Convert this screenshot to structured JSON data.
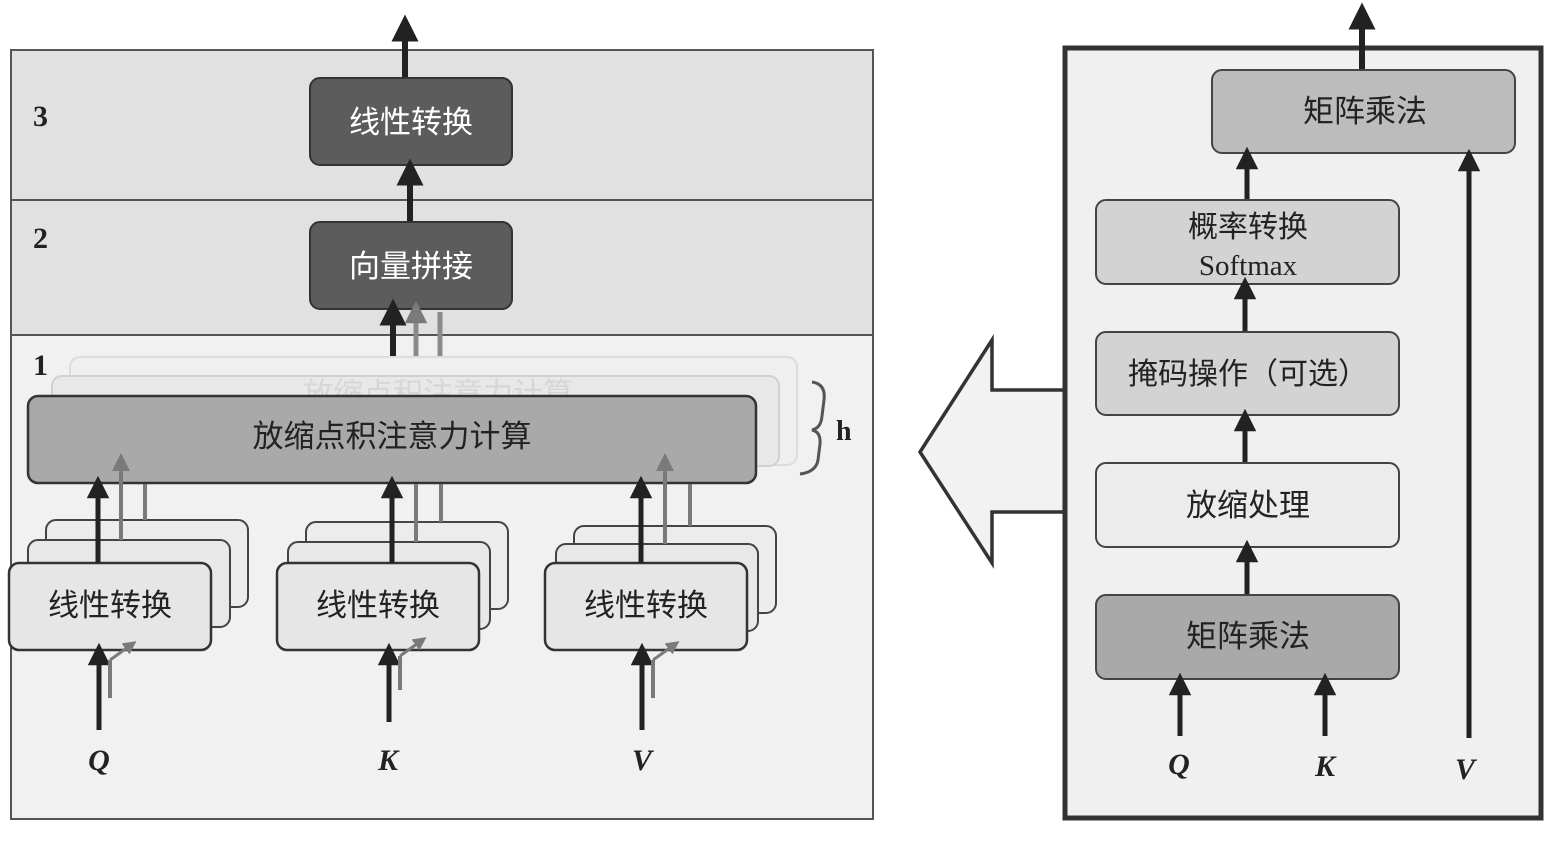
{
  "left": {
    "layers": [
      {
        "number": "3",
        "box": "线性转换"
      },
      {
        "number": "2",
        "box": "向量拼接"
      },
      {
        "number": "1",
        "box": "放缩点积注意力计算"
      }
    ],
    "ghost_box": "放缩点积注意力计算",
    "heads_label": "h",
    "linear_boxes": [
      "线性转换",
      "线性转换",
      "线性转换"
    ],
    "inputs": [
      "Q",
      "K",
      "V"
    ]
  },
  "right": {
    "steps": [
      "矩阵乘法",
      "概率转换",
      "Softmax",
      "掩码操作（可选）",
      "放缩处理",
      "矩阵乘法"
    ],
    "inputs": [
      "Q",
      "K",
      "V"
    ]
  },
  "colors": {
    "band_gray": "#e1e1e1",
    "band_light": "#f1f1f1",
    "dark_box": "#5c5c5c",
    "mid_box": "#a9a9a9",
    "light_box": "#e6e6e6",
    "stroke": "#333333"
  }
}
